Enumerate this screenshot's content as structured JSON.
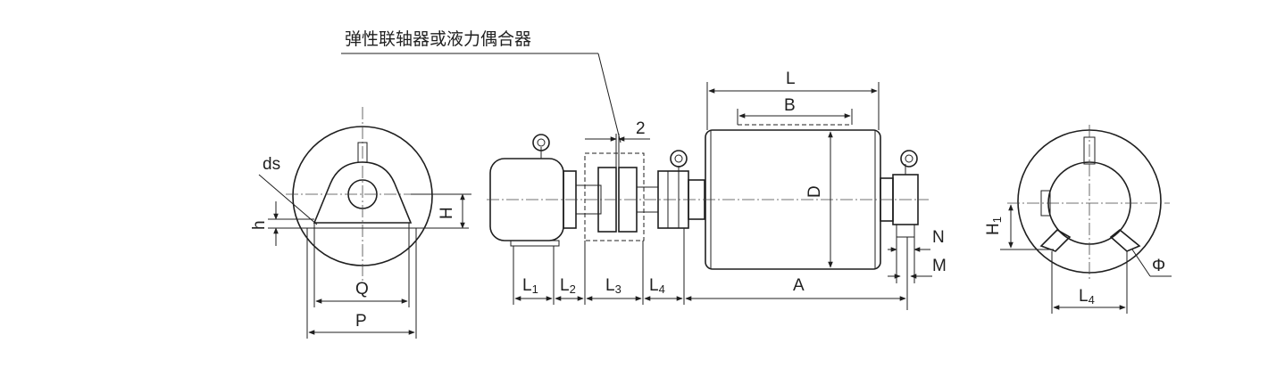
{
  "caption": "弹性联轴器或液力偶合器",
  "labels": {
    "ds": "ds",
    "h": "h",
    "H": "H",
    "Q": "Q",
    "P": "P",
    "L1": "L1",
    "L2": "L2",
    "L3": "L3",
    "L4": "L4",
    "gap": "2",
    "L": "L",
    "B": "B",
    "D": "D",
    "A": "A",
    "N": "N",
    "M": "M",
    "H1": "H1",
    "phi": "Φ",
    "L4_right": "L4"
  }
}
